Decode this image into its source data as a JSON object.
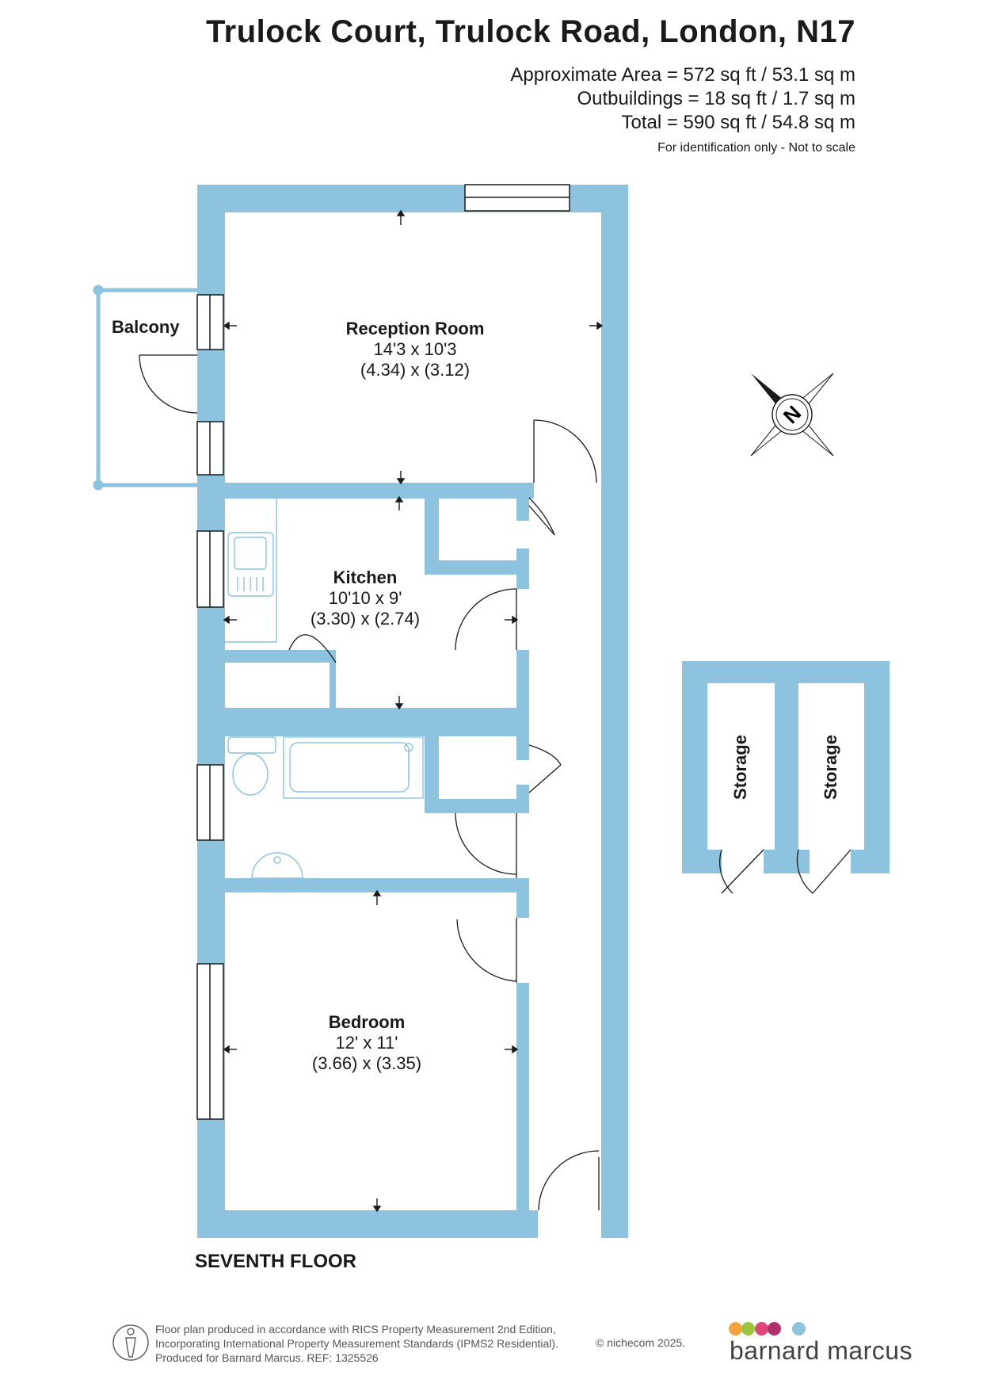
{
  "header": {
    "title": "Trulock Court, Trulock Road, London, N17",
    "area_approx": "Approximate Area = 572 sq ft / 53.1 sq m",
    "area_outbuildings": "Outbuildings = 18 sq ft / 1.7 sq m",
    "area_total": "Total = 590 sq ft / 54.8 sq m",
    "disclaimer": "For identification only - Not to scale"
  },
  "rooms": {
    "balcony": {
      "name": "Balcony"
    },
    "reception": {
      "name": "Reception Room",
      "imperial": "14'3 x 10'3",
      "metric": "(4.34) x (3.12)"
    },
    "kitchen": {
      "name": "Kitchen",
      "imperial": "10'10 x 9'",
      "metric": "(3.30) x (2.74)"
    },
    "bedroom": {
      "name": "Bedroom",
      "imperial": "12' x 11'",
      "metric": "(3.66) x (3.35)"
    },
    "storage1": {
      "name": "Storage"
    },
    "storage2": {
      "name": "Storage"
    }
  },
  "floor_label": "SEVENTH FLOOR",
  "compass": {
    "letter": "N"
  },
  "footer": {
    "line1": "Floor plan produced in accordance with RICS Property Measurement 2nd Edition,",
    "line2": "Incorporating International Property Measurement Standards (IPMS2 Residential).",
    "line3": "Produced for Barnard Marcus.   REF:  1325526",
    "copyright": "© nichecom 2025."
  },
  "brand": {
    "name": "barnard marcus",
    "dot_colors": [
      "#f2a33a",
      "#9bc53d",
      "#e0457b",
      "#b0306a",
      "#8dc3de"
    ]
  },
  "colors": {
    "wall": "#8dc3de",
    "ink": "#1a1a1a"
  }
}
